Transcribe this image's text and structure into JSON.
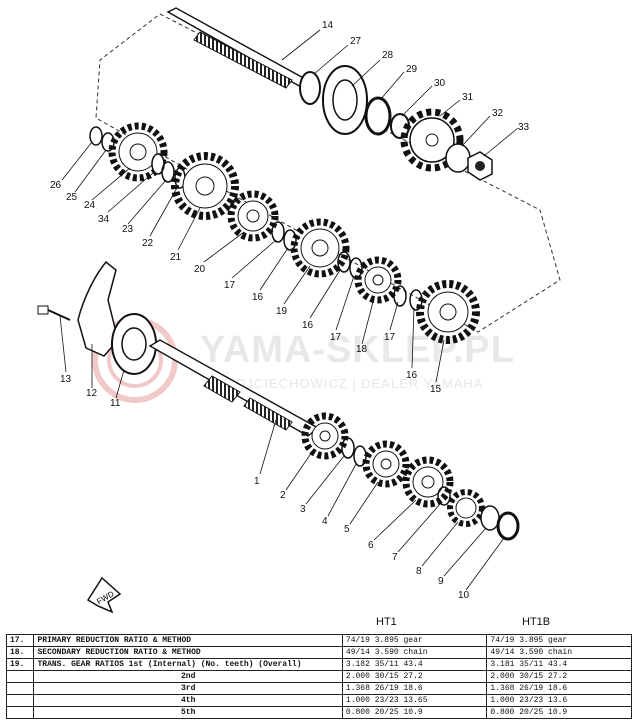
{
  "watermark": {
    "title": "YAMA-SKLEP.PL",
    "subtitle": "WOJCIECHOWICZ | DEALER YAMAHA"
  },
  "callouts": [
    "14",
    "27",
    "28",
    "29",
    "30",
    "31",
    "32",
    "33",
    "26",
    "25",
    "24",
    "34",
    "23",
    "22",
    "21",
    "20",
    "17",
    "16",
    "19",
    "16",
    "17",
    "18",
    "17",
    "16",
    "15",
    "13",
    "12",
    "11",
    "1",
    "2",
    "3",
    "4",
    "5",
    "6",
    "7",
    "8",
    "9",
    "10"
  ],
  "fwd_mark": "FWD",
  "table": {
    "col_headers": [
      "HT1",
      "HT1B"
    ],
    "rows": [
      {
        "num": "17.",
        "label": "PRIMARY REDUCTION RATIO & METHOD",
        "ht1": "74/19 3.895 gear",
        "ht1b": "74/19 3.895 gear"
      },
      {
        "num": "18.",
        "label": "SECONDARY REDUCTION RATIO & METHOD",
        "ht1": "49/14 3.590 chain",
        "ht1b": "49/14 3.590 chain"
      },
      {
        "num": "19.",
        "label": "TRANS. GEAR RATIOS 1st (Internal) (No. teeth) (Overall)",
        "ht1": "3.182 35/11 43.4",
        "ht1b": "3.181 35/11 43.4"
      },
      {
        "num": "",
        "label": "2nd",
        "ht1": "2.000 30/15 27.2",
        "ht1b": "2.000 30/15 27.2"
      },
      {
        "num": "",
        "label": "3rd",
        "ht1": "1.368 26/19 18.6",
        "ht1b": "1.368 26/19 18.6"
      },
      {
        "num": "",
        "label": "4th",
        "ht1": "1.000 23/23 13.65",
        "ht1b": "1.000 23/23 13.6"
      },
      {
        "num": "",
        "label": "5th",
        "ht1": "0.800 20/25 10.9",
        "ht1b": "0.800 20/25 10.9"
      }
    ]
  }
}
